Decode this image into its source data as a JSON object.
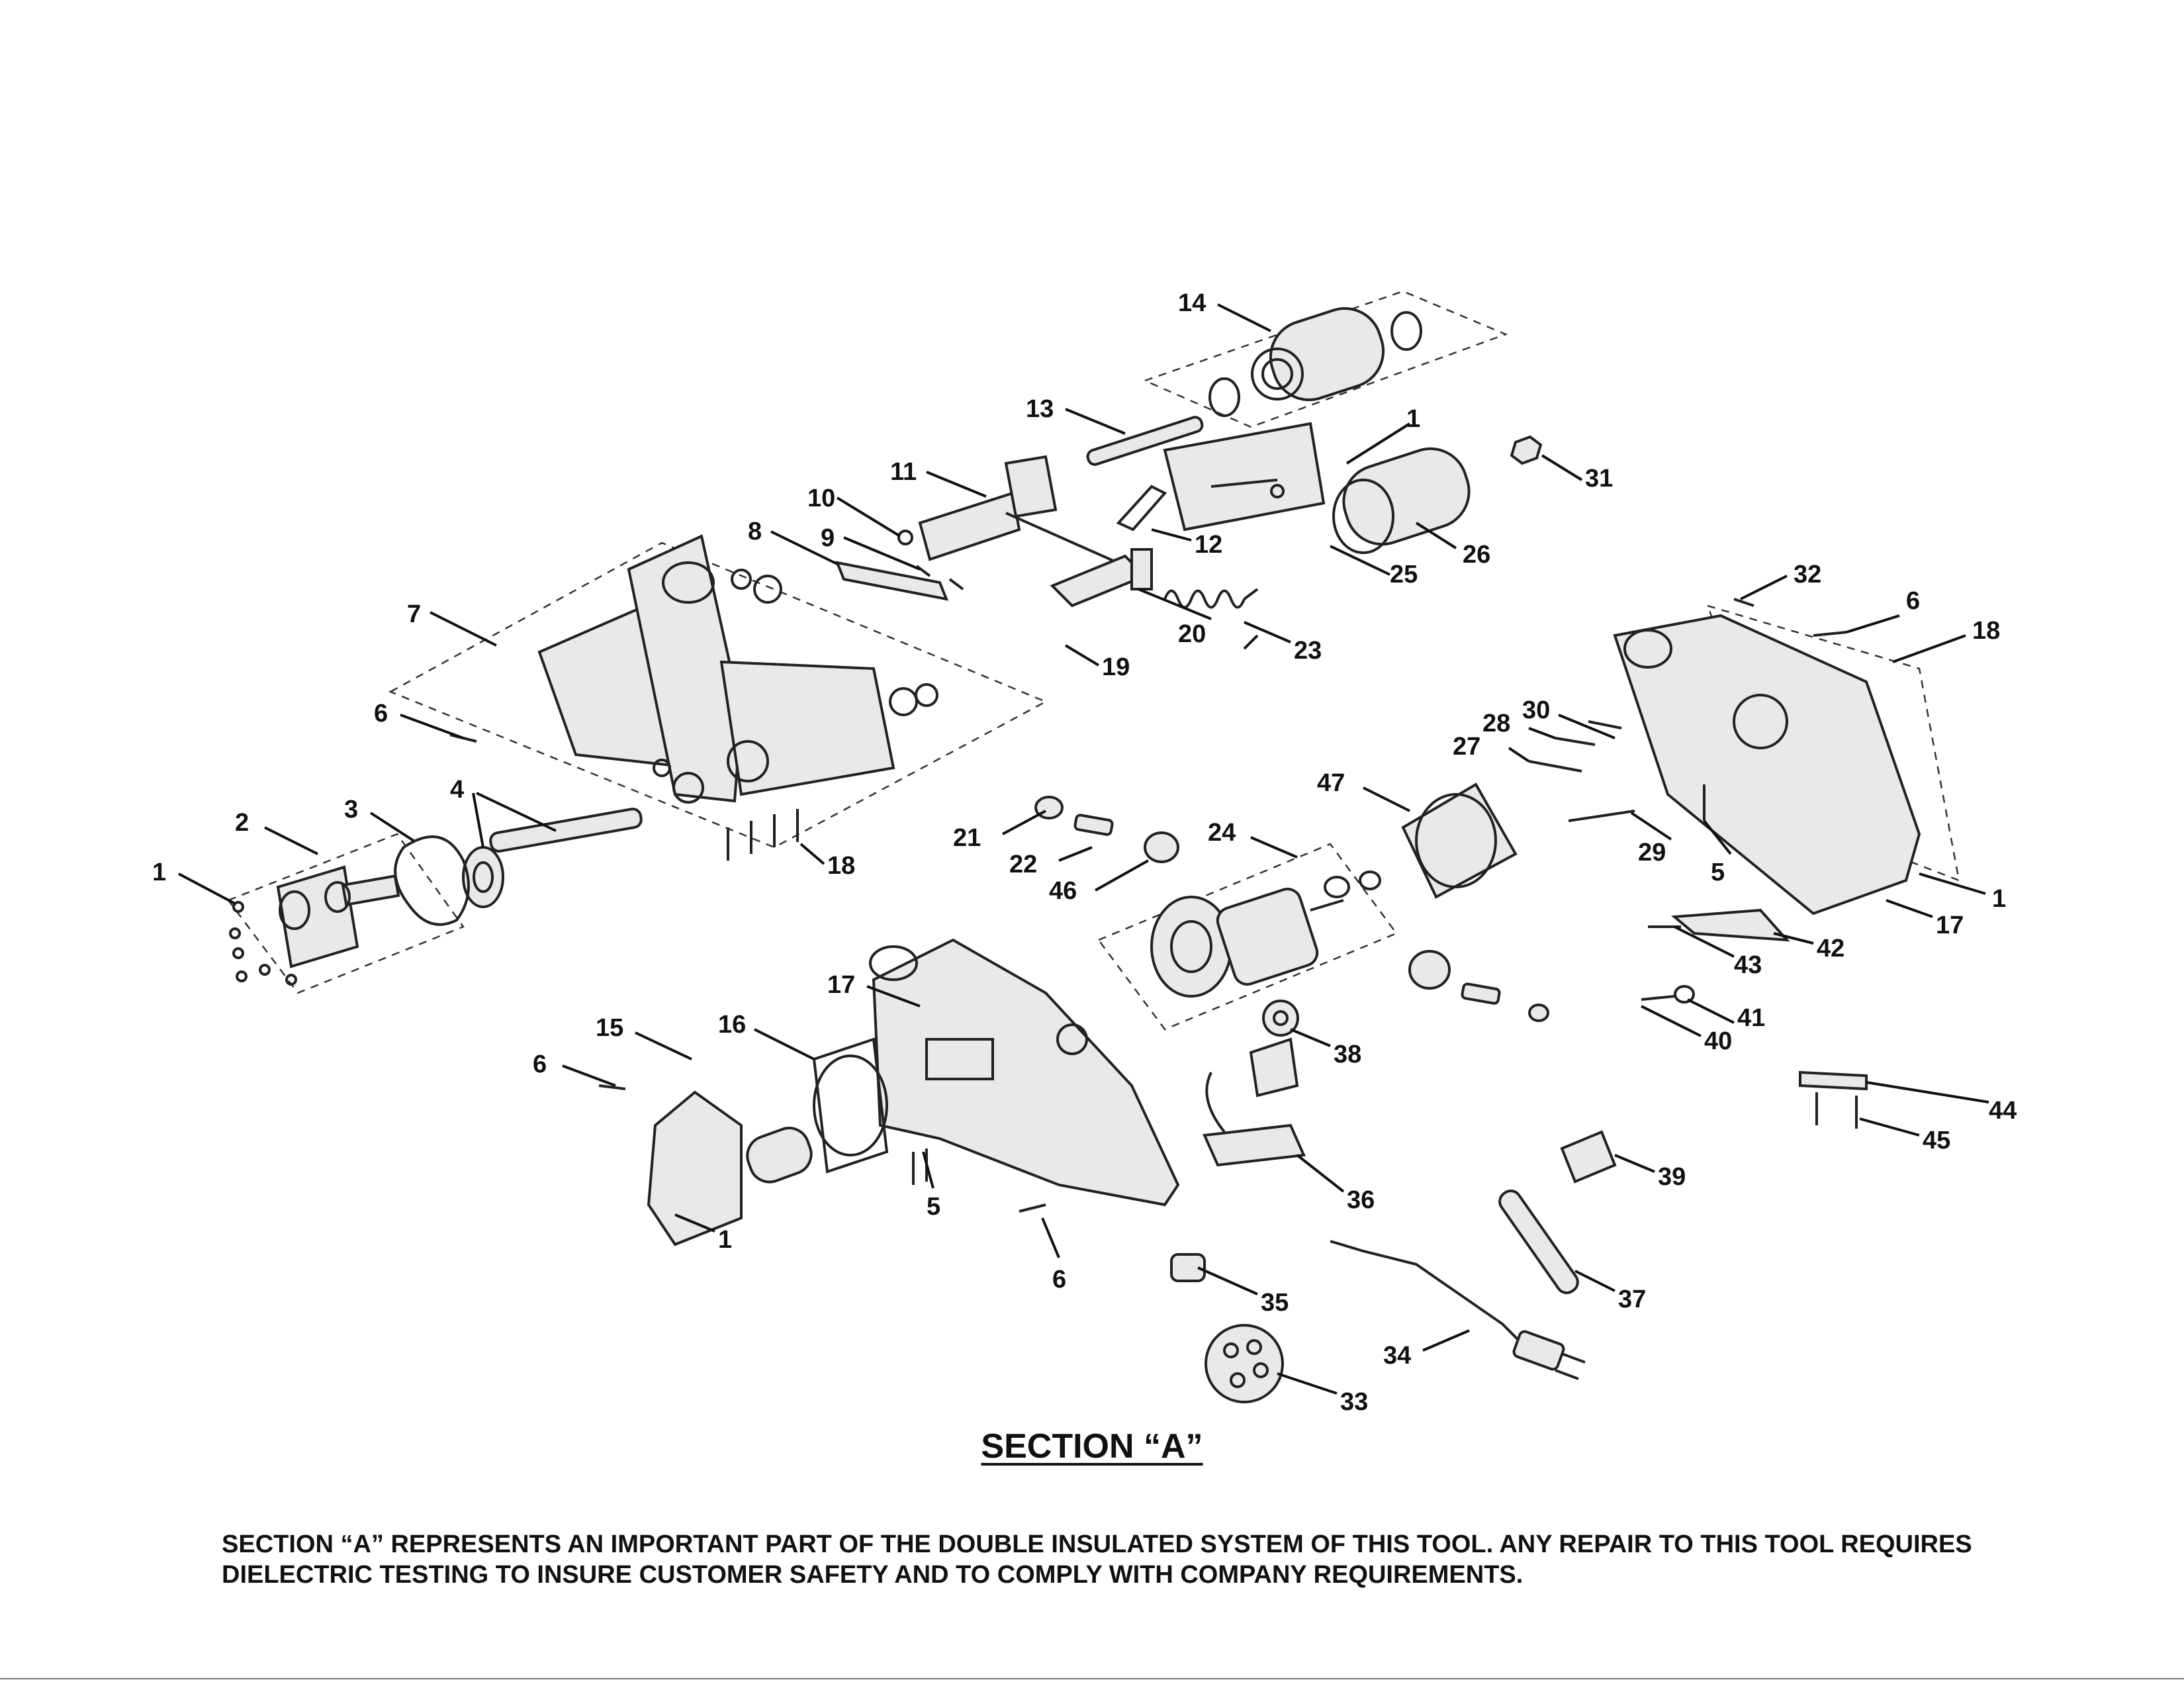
{
  "section_title": "SECTION “A”",
  "note_line1": "SECTION “A” REPRESENTS AN IMPORTANT PART OF THE DOUBLE INSULATED SYSTEM OF THIS TOOL. ANY REPAIR TO THIS TOOL REQUIRES",
  "note_line2": "DIELECTRIC TESTING TO INSURE CUSTOMER SAFETY AND TO COMPLY WITH COMPANY REQUIREMENTS.",
  "callouts": {
    "c1a": "1",
    "c1b": "1",
    "c1c": "1",
    "c1d": "1",
    "c2": "2",
    "c3": "3",
    "c4": "4",
    "c5a": "5",
    "c5b": "5",
    "c6a": "6",
    "c6b": "6",
    "c6c": "6",
    "c6d": "6",
    "c7": "7",
    "c8": "8",
    "c9": "9",
    "c10": "10",
    "c11": "11",
    "c12": "12",
    "c13": "13",
    "c14": "14",
    "c15": "15",
    "c16": "16",
    "c17a": "17",
    "c17b": "17",
    "c18a": "18",
    "c18b": "18",
    "c19": "19",
    "c20": "20",
    "c21": "21",
    "c22": "22",
    "c23": "23",
    "c24": "24",
    "c25": "25",
    "c26": "26",
    "c27": "27",
    "c28": "28",
    "c29": "29",
    "c30": "30",
    "c31": "31",
    "c32": "32",
    "c33": "33",
    "c34": "34",
    "c35": "35",
    "c36": "36",
    "c37": "37",
    "c38": "38",
    "c39": "39",
    "c40": "40",
    "c41": "41",
    "c42": "42",
    "c43": "43",
    "c44": "44",
    "c45": "45",
    "c46": "46",
    "c47": "47"
  }
}
